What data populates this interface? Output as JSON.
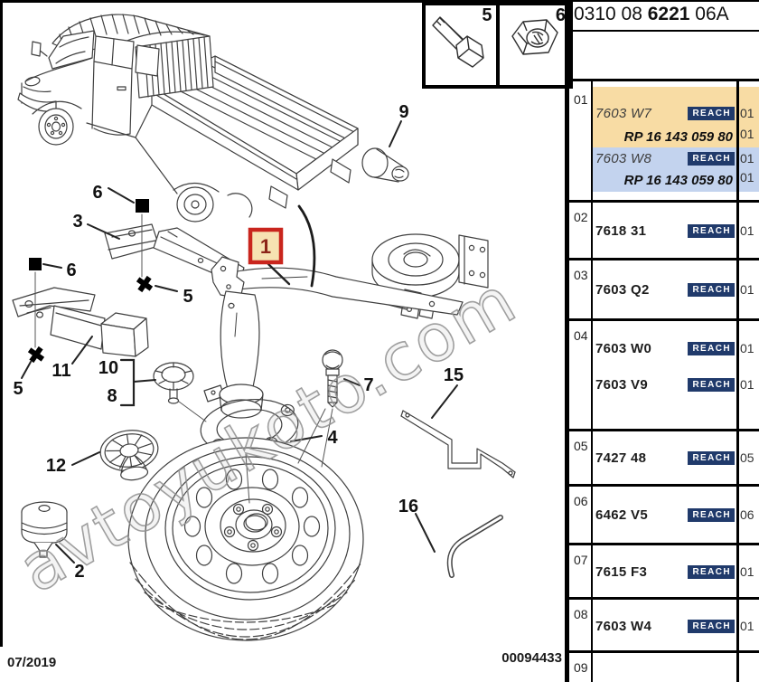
{
  "doc": {
    "number_prefix": "0310 08 ",
    "number_bold": "6221",
    "number_suffix": " 06A"
  },
  "inset": {
    "bolt_num": "5",
    "nut_num": "6"
  },
  "footer": {
    "date": "07/2019",
    "code": "00094433"
  },
  "watermark": "avtoyukoto.com",
  "reach_label": "REACH",
  "callouts": {
    "n1": "1",
    "n2": "2",
    "n3": "3",
    "n4": "4",
    "n5a": "5",
    "n5b": "5",
    "n6a": "6",
    "n6b": "6",
    "n7": "7",
    "n8": "8",
    "n9": "9",
    "n10": "10",
    "n11": "11",
    "n12": "12",
    "n15": "15",
    "n16": "16"
  },
  "colors": {
    "highlight_box_border": "#C9251D",
    "highlight_box_fill": "#F6E2B2",
    "variant_orange": "#F8DCA4",
    "variant_blue": "#C3D3EE",
    "reach_badge": "#203A6B"
  },
  "table": {
    "rows": [
      {
        "num": "01",
        "variants": [
          {
            "part": "7603 W7",
            "qty": "01",
            "rp": "RP 16 143 059 80",
            "rp_qty": "01"
          },
          {
            "part": "7603 W8",
            "qty": "01",
            "rp": "RP 16 143 059 80",
            "rp_qty": "01"
          }
        ]
      },
      {
        "num": "02",
        "parts": [
          {
            "part": "7618 31",
            "qty": "01"
          }
        ]
      },
      {
        "num": "03",
        "parts": [
          {
            "part": "7603 Q2",
            "qty": "01"
          }
        ]
      },
      {
        "num": "04",
        "parts": [
          {
            "part": "7603 W0",
            "qty": "01"
          },
          {
            "part": "7603 V9",
            "qty": "01"
          }
        ]
      },
      {
        "num": "05",
        "parts": [
          {
            "part": "7427 48",
            "qty": "05"
          }
        ]
      },
      {
        "num": "06",
        "parts": [
          {
            "part": "6462 V5",
            "qty": "06"
          }
        ]
      },
      {
        "num": "07",
        "parts": [
          {
            "part": "7615 F3",
            "qty": "01"
          }
        ]
      },
      {
        "num": "08",
        "parts": [
          {
            "part": "7603 W4",
            "qty": "01"
          }
        ]
      },
      {
        "num": "09",
        "parts": []
      }
    ]
  }
}
